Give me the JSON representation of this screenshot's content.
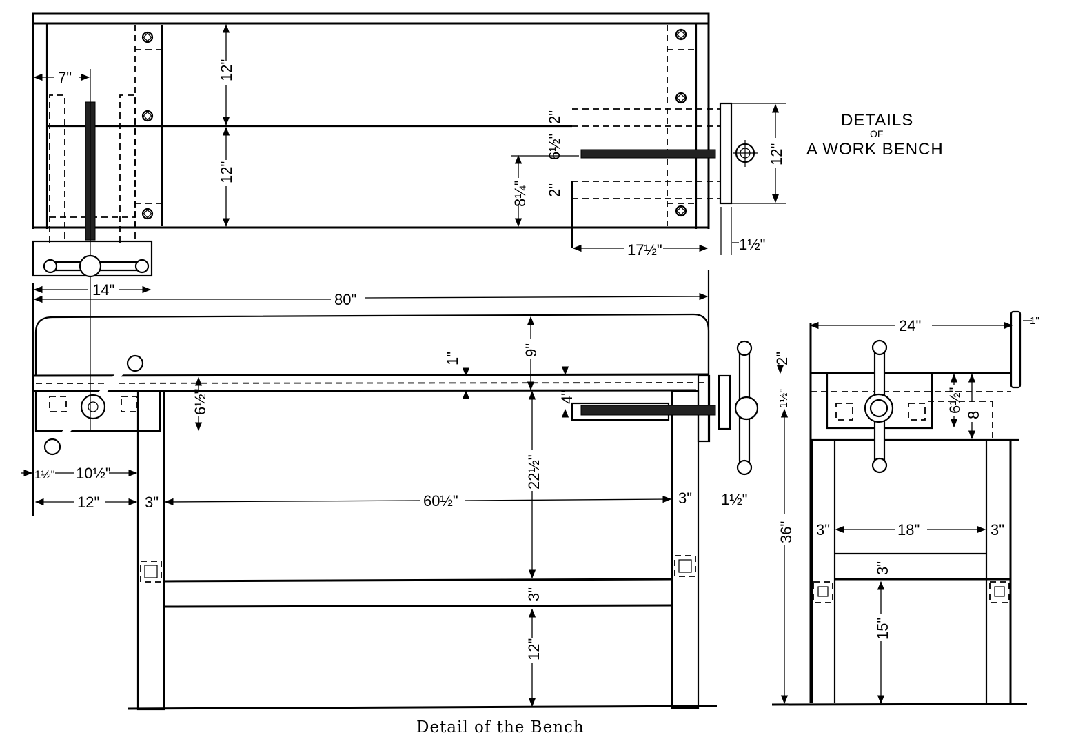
{
  "title": {
    "line1": "DETAILS",
    "line2": "OF",
    "line3": "A WORK BENCH"
  },
  "caption": "Detail of the Bench",
  "plan_view": {
    "dims": {
      "vise_offset": "7\"",
      "top_half_1": "12\"",
      "top_half_2": "12\"",
      "guide_spacing_top": "2\"",
      "screw_offset": "6½\"",
      "guide_spacing_bottom": "2\"",
      "screw_from_edge": "8¼\"",
      "end_vise_width": "12\"",
      "end_guide_length": "17½\"",
      "end_jaw_thickness": "1½\"",
      "front_jaw_width": "14\""
    }
  },
  "front_view": {
    "dims": {
      "overall_length": "80\"",
      "backboard_height": "9\"",
      "top_thickness": "1\"",
      "apron_height": "6½\"",
      "screw_below_top": "4\"",
      "jaw_offset": "1½\"",
      "handle_offset": "10½\"",
      "leg_offset": "12\"",
      "leg_left": "3\"",
      "leg_span": "60½\"",
      "leg_right": "3\"",
      "end_jaw": "1½\"",
      "to_rail": "22½\"",
      "rail_height": "3\"",
      "rail_to_floor": "12\""
    }
  },
  "end_view": {
    "dims": {
      "depth": "24\"",
      "board_thickness": "1\"",
      "top_thickness": "2\"",
      "screw_offset": "1½\"",
      "jaw_height": "6½\"",
      "apron_height": "8",
      "total_height": "36\"",
      "leg_left": "3\"",
      "leg_span": "18\"",
      "leg_right": "3\"",
      "rail_height": "3\"",
      "rail_to_floor": "15\""
    }
  }
}
